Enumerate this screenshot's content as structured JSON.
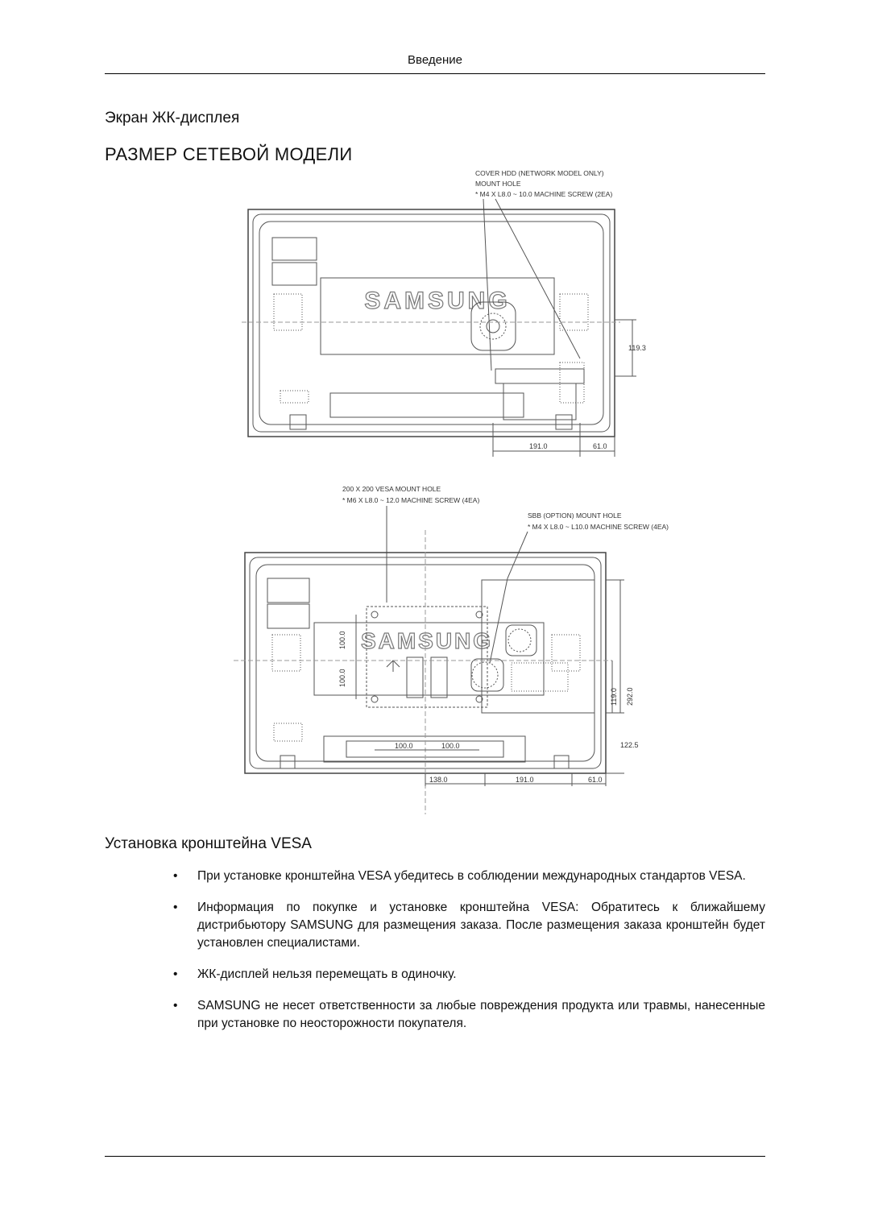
{
  "header": {
    "section": "Введение"
  },
  "subtitle": "Экран ЖК-дисплея",
  "title": "РАЗМЕР СЕТЕВОЙ МОДЕЛИ",
  "diagram1": {
    "brand": "SAMSUNG",
    "callout_line1": "COVER HDD (NETWORK MODEL ONLY)",
    "callout_line2": "MOUNT HOLE",
    "callout_line3": "* M4 X L8.0 ~ 10.0 MACHINE SCREW (2EA)",
    "dim_vertical": "119.3",
    "dim_bottom_left": "191.0",
    "dim_bottom_right": "61.0"
  },
  "diagram2": {
    "brand": "SAMSUNG",
    "vesa_line1": "200  X 200 VESA MOUNT HOLE",
    "vesa_line2": "* M6 X  L8.0 ~ 12.0 MACHINE SCREW (4EA)",
    "sbb_line1": "SBB (OPTION) MOUNT HOLE",
    "sbb_line2": "* M4 X L8.0 ~ L10.0 MACHINE SCREW (4EA)",
    "dim_v_upper": "100.0",
    "dim_v_lower": "100.0",
    "dim_h_left": "100.0",
    "dim_h_right": "100.0",
    "dim_right_small": "119.0",
    "dim_right_large": "292.0",
    "dim_right_bottom": "122.5",
    "dim_bottom_1": "138.0",
    "dim_bottom_2": "191.0",
    "dim_bottom_3": "61.0"
  },
  "section2": {
    "title": "Установка кронштейна VESA",
    "bullet_symbol": "•",
    "bullets": [
      "При установке кронштейна VESA убедитесь в соблюдении международных стандартов VESA.",
      "Информация по покупке и установке кронштейна VESA: Обратитесь к ближайшему дистрибьютору SAMSUNG для размещения заказа. После размещения заказа кронштейн будет установлен специалистами.",
      "ЖК-дисплей нельзя перемещать в одиночку.",
      "SAMSUNG не несет ответственности за любые повреждения продукта или травмы, нанесенные при установке по неосторожности покупателя."
    ]
  }
}
